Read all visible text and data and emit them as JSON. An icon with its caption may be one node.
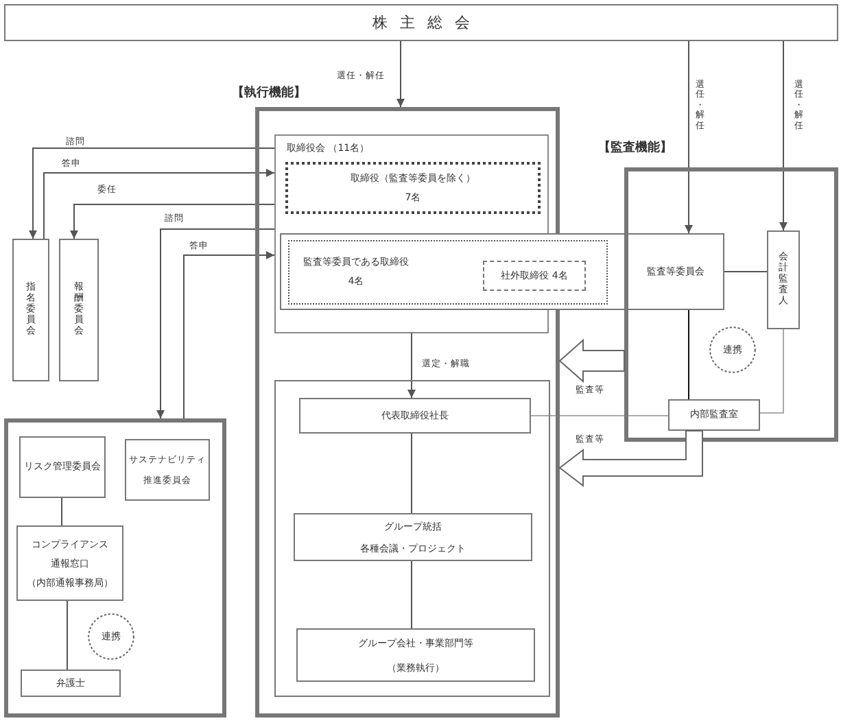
{
  "diagram": {
    "nodes": [
      {
        "text": [
          "株主総会"
        ]
      },
      {
        "text": [
          "【執行機能】"
        ]
      },
      {
        "text": [
          "取締役会 （11名）"
        ],
        "in": 1
      },
      {
        "text": [
          "取締役（監査等委員を除く）",
          "7名"
        ],
        "in": 2
      },
      {
        "text": [
          "【監査機能】"
        ]
      },
      {
        "text": [
          "指名委員会"
        ]
      },
      {
        "text": [
          "報酬委員会"
        ]
      },
      {
        "text": [
          "監査等委員会"
        ]
      },
      {
        "text": [
          "監査等委員である取締役",
          "4名"
        ],
        "in": 7
      },
      {
        "text": [
          "社外取締役 4名"
        ],
        "in": 8
      },
      {
        "text": [
          "会計監査人"
        ],
        "in": 4
      },
      {
        "text": [
          "連携"
        ],
        "in": 4
      },
      {
        "text": [],
        "shape": "box",
        "in": 1
      },
      {
        "text": [
          "代表取締役社長"
        ],
        "in": 12
      },
      {
        "text": [
          "内部監査室"
        ],
        "in": 4
      },
      {
        "text": [],
        "shape": "box"
      },
      {
        "text": [
          "リスク管理委員会"
        ],
        "in": 15
      },
      {
        "text": [
          "サステナビリティ推進委員会"
        ],
        "in": 15
      },
      {
        "text": [
          "グループ統括",
          "各種会議・プロジェクト"
        ],
        "in": 12
      },
      {
        "text": [
          "コンプライアンス通報窓口",
          "（内部通報事務局）"
        ],
        "in": 15
      },
      {
        "text": [
          "連携"
        ],
        "in": 15
      },
      {
        "text": [
          "グループ会社・事業部門等",
          "（業務執行）"
        ],
        "in": 12
      },
      {
        "text": [
          "弁護士"
        ],
        "in": 15
      }
    ],
    "edges": [
      {
        "from": 0,
        "to": 1,
        "arrow": "to",
        "label": "選任・解任"
      },
      {
        "from": 0,
        "to": 7,
        "arrow": "to",
        "label": "選任・解任"
      },
      {
        "from": 0,
        "to": 10,
        "arrow": "to",
        "label": "選任・解任"
      },
      {
        "from": 2,
        "to": 5,
        "arrow": "to",
        "label": "諮問"
      },
      {
        "from": 5,
        "to": 2,
        "arrow": "to",
        "label": "答申"
      },
      {
        "from": 2,
        "to": 6,
        "arrow": "to",
        "label": "委任"
      },
      {
        "from": 2,
        "to": 15,
        "arrow": "to",
        "label": "諮問"
      },
      {
        "from": 15,
        "to": 2,
        "arrow": "to",
        "label": "答申"
      },
      {
        "from": 2,
        "to": 13,
        "arrow": "to",
        "label": "選定・解職"
      },
      {
        "from": 7,
        "to": 10,
        "arrow": "none"
      },
      {
        "from": 7,
        "to": 14,
        "arrow": "none",
        "color": "#111111"
      },
      {
        "from": 10,
        "to": 14,
        "arrow": "none",
        "color": "#aaaaaa"
      },
      {
        "from": 13,
        "to": 14,
        "arrow": "none",
        "color": "#aaaaaa"
      },
      {
        "from": 13,
        "to": 18,
        "arrow": "none"
      },
      {
        "from": 18,
        "to": 21,
        "arrow": "none"
      },
      {
        "from": 16,
        "to": 19,
        "arrow": "none"
      },
      {
        "from": 19,
        "to": 22,
        "arrow": "none"
      },
      {
        "from": 4,
        "to": 1,
        "arrow": "to",
        "label": "監査等"
      },
      {
        "from": 14,
        "to": 1,
        "arrow": "to",
        "label": "監査等"
      }
    ]
  }
}
